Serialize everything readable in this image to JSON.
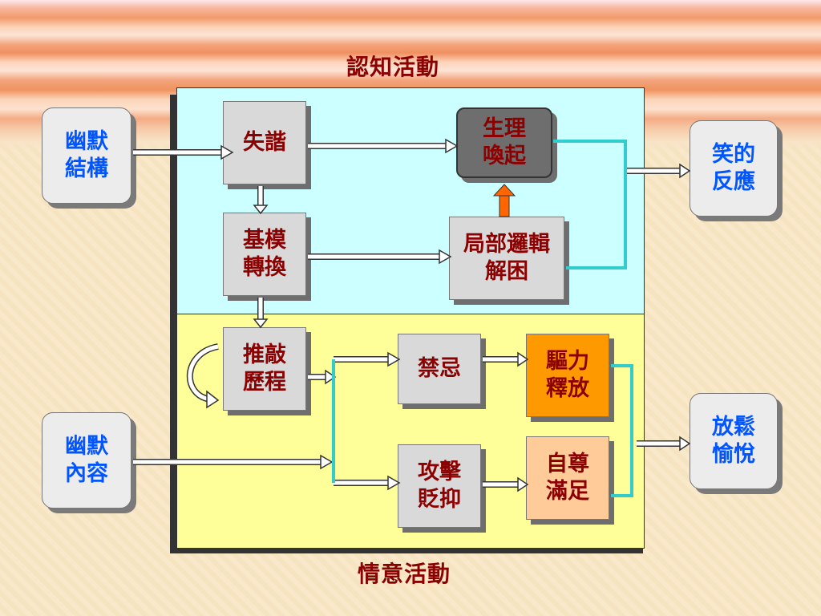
{
  "titles": {
    "cognitive": "認知活動",
    "emotional": "情意活動"
  },
  "inputs": {
    "humor_structure": "幽默\n結構",
    "humor_content": "幽默\n內容"
  },
  "outputs": {
    "laugh_response": "笑的\n反應",
    "relax_pleasure": "放鬆\n愉悅"
  },
  "cognitive_boxes": {
    "incongruity": "失諧",
    "schema_shift": "基模\n轉換",
    "arousal": "生理\n喚起",
    "local_logic": "局部邏輯\n解困"
  },
  "emotional_boxes": {
    "inference": "推敲\n歷程",
    "taboo": "禁忌",
    "release": "驅力\n釋放",
    "attack": "攻擊\n貶抑",
    "self_esteem": "自尊\n滿足"
  },
  "colors": {
    "cognitive_panel": "#ccffff",
    "emotional_panel": "#ffff99",
    "arousal_box": "#6e6e6e",
    "release_box": "#ff9900",
    "self_esteem_box": "#ffcc99",
    "connector_cyan": "#33cccc",
    "arrow_orange": "#ff6600"
  }
}
